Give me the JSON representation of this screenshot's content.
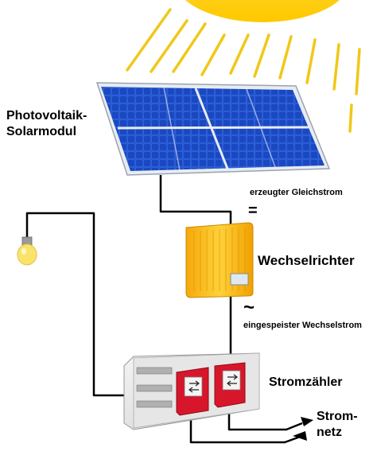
{
  "labels": {
    "pv_line1": "Photovoltaik-",
    "pv_line2": "Solarmodul",
    "dc_label": "erzeugter Gleichstrom",
    "dc_symbol": "=",
    "inverter": "Wechselrichter",
    "ac_symbol": "~",
    "ac_label": "eingespeister Wechselstrom",
    "meter": "Stromzähler",
    "grid_line1": "Strom-",
    "grid_line2": "netz"
  },
  "icons": {
    "sun": "sun-icon",
    "bulb": "light-bulb-icon",
    "arrows": "arrow-icon"
  },
  "colors": {
    "panel_blue": "#1f4fc8",
    "panel_frame": "#e8ecf2",
    "inverter_yellow": "#f5b70f",
    "meter_red": "#d8162b",
    "cable": "#000000",
    "sun": "#ffd21a",
    "rays": "#f0c818"
  }
}
